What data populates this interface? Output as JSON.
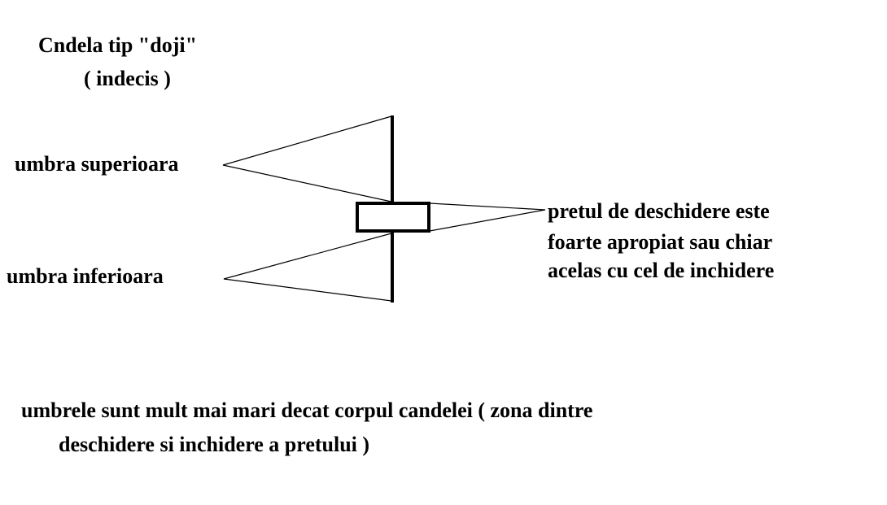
{
  "title": {
    "line1": "Cndela tip \"doji\"",
    "line2": "( indecis )"
  },
  "labels": {
    "upper_shadow": "umbra superioara",
    "lower_shadow": "umbra inferioara",
    "body_note": [
      "pretul de deschidere este",
      "foarte apropiat sau chiar",
      "acelas cu cel de inchidere"
    ]
  },
  "footer": {
    "line1": "umbrele sunt mult mai mari decat corpul candelei ( zona dintre",
    "line2": "deschidere si inchidere a pretului )"
  }
}
